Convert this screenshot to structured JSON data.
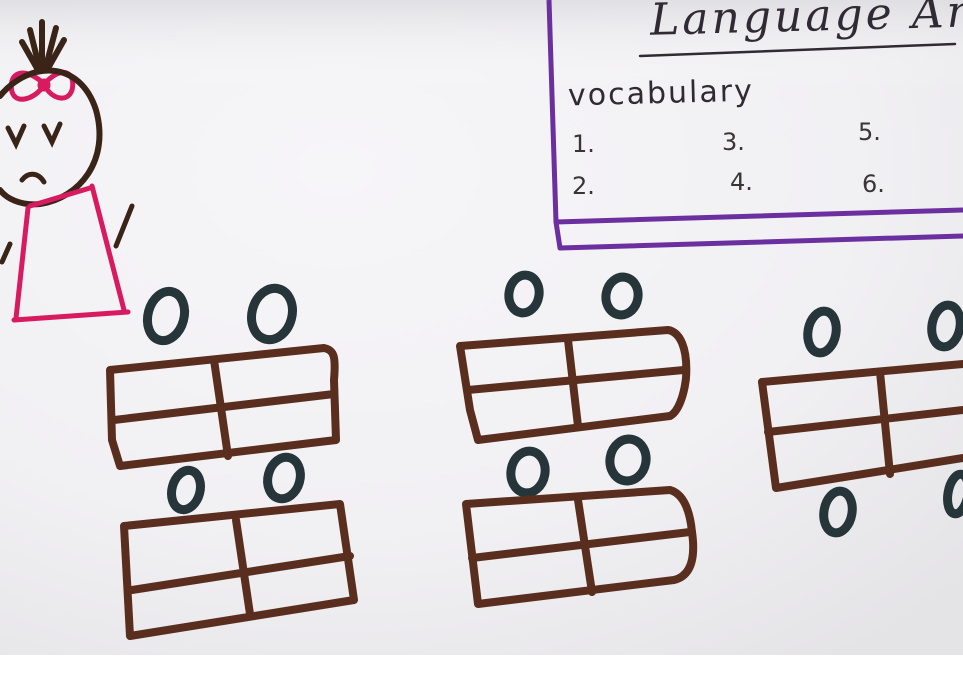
{
  "board": {
    "title": "Language Arts",
    "heading": "vocabulary",
    "items": [
      "1.",
      "2.",
      "3.",
      "4.",
      "5.",
      "6."
    ]
  },
  "colors": {
    "paper": "#f4f3f6",
    "board_border": "#6b2fa0",
    "desk_marker": "#5a2e1e",
    "chair_marker": "#25353a",
    "figure_marker": "#3a2418",
    "dress_marker": "#d81b60",
    "text_marker": "#2f2a33"
  },
  "scene": {
    "desk_groups": 3,
    "figure": "stick-figure-teacher"
  }
}
